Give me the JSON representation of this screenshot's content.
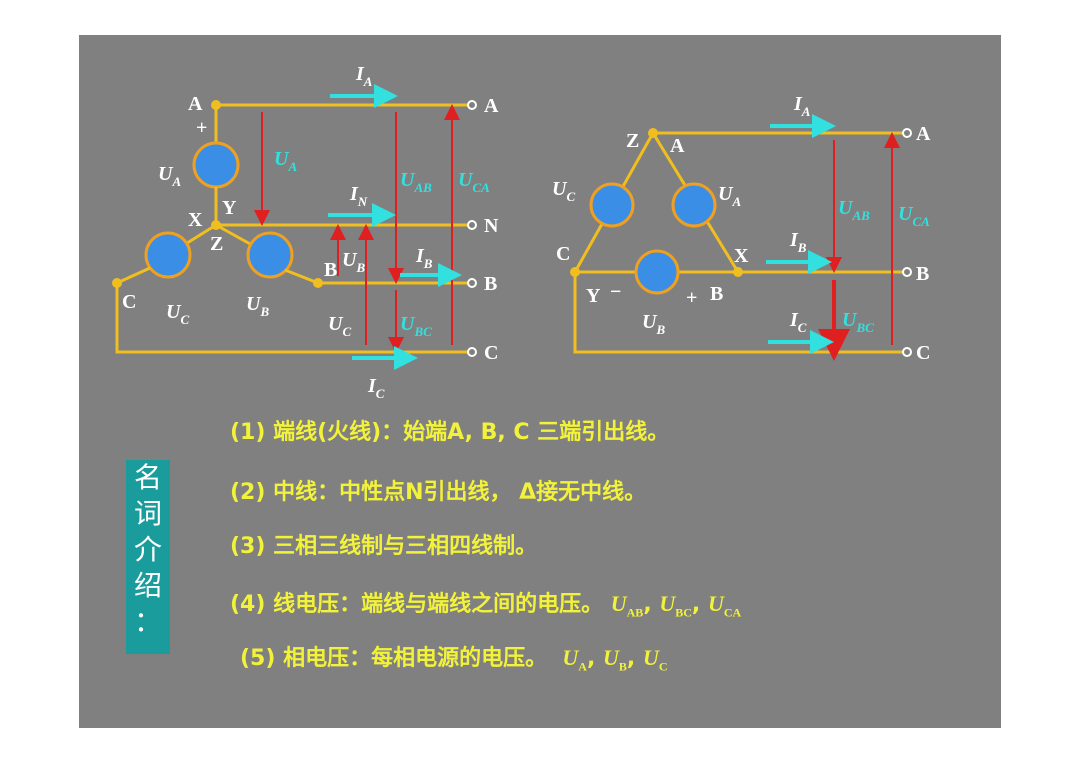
{
  "left_diagram": {
    "terminals": [
      "A",
      "N",
      "B",
      "C"
    ],
    "nodes": {
      "a": "A",
      "plus": "+",
      "y": "Y",
      "x_minus": "X",
      "z": "Z",
      "b": "B",
      "c": "C",
      "minus_b": "/",
      "plus_c": "+"
    },
    "sources": [
      {
        "label": "U",
        "sub": "A"
      },
      {
        "label": "U",
        "sub": "B"
      },
      {
        "label": "U",
        "sub": "C"
      }
    ],
    "voltages": [
      {
        "label": "U",
        "sub": "A"
      },
      {
        "label": "U",
        "sub": "AB"
      },
      {
        "label": "U",
        "sub": "CA"
      },
      {
        "label": "U",
        "sub": "B"
      },
      {
        "label": "U",
        "sub": "C"
      },
      {
        "label": "U",
        "sub": "BC"
      }
    ],
    "currents": [
      {
        "label": "I",
        "sub": "A"
      },
      {
        "label": "I",
        "sub": "N"
      },
      {
        "label": "I",
        "sub": "B"
      },
      {
        "label": "I",
        "sub": "C"
      }
    ]
  },
  "right_diagram": {
    "terminals": [
      "A",
      "B",
      "C"
    ],
    "nodes": {
      "z": "Z",
      "a": "A",
      "c": "C",
      "x": "X",
      "y": "Y",
      "b": "B",
      "minus": "−",
      "plus": "+"
    },
    "sources": [
      {
        "label": "U",
        "sub": "C"
      },
      {
        "label": "U",
        "sub": "A"
      },
      {
        "label": "U",
        "sub": "B"
      }
    ],
    "voltages": [
      {
        "label": "U",
        "sub": "AB"
      },
      {
        "label": "U",
        "sub": "CA"
      },
      {
        "label": "U",
        "sub": "BC"
      }
    ],
    "currents": [
      {
        "label": "I",
        "sub": "A"
      },
      {
        "label": "I",
        "sub": "B"
      },
      {
        "label": "I",
        "sub": "C"
      }
    ]
  },
  "notes": [
    {
      "text": "(1) 端线(火线)：始端A, B, C 三端引出线。"
    },
    {
      "text": "(2) 中线：中性点N引出线， Δ接无中线。"
    },
    {
      "text": "(3) 三相三线制与三相四线制。"
    },
    {
      "text": "(4) 线电压：端线与端线之间的电压。",
      "symbols": [
        "AB",
        "BC",
        "CA"
      ]
    },
    {
      "text": "(5) 相电压：每相电源的电压。",
      "symbols": [
        "A",
        "B",
        "C"
      ]
    }
  ],
  "sidebar": {
    "chars": [
      "名",
      "词",
      "介",
      "绍",
      "："
    ]
  },
  "colors": {
    "wire": "#f0be1e",
    "source_fill": "#3a8ee6",
    "arrow_cyan": "#33e0e0",
    "arrow_red": "#e02020",
    "note_text": "#f2f23a",
    "sidebar_bg": "#1a9c9c",
    "background": "#808080"
  }
}
